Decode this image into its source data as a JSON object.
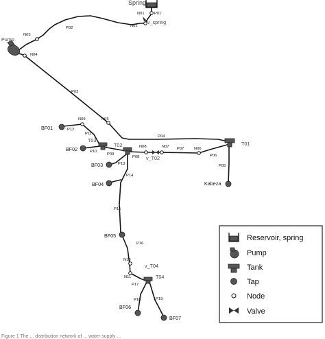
{
  "labels": {
    "spring": "Spring",
    "pump": "Pump",
    "v_spring": "v_spring",
    "v_t02": "v_T02",
    "v_t04": "v_T04",
    "t01": "T01",
    "t02": "T02",
    "t03": "T03",
    "t04": "T04",
    "bf01": "BF01",
    "bf02": "BF02",
    "bf03": "BF03",
    "bf04": "BF04",
    "bf05": "BF05",
    "bf06": "BF06",
    "bf07": "BF07",
    "kabeza": "Kabeza",
    "n01": "N01",
    "n02": "N02",
    "n03": "N03",
    "n04": "N04",
    "n05": "N05",
    "n06": "N06",
    "n07": "N07",
    "n08": "N08",
    "n09": "N09",
    "n10": "N10",
    "n11": "N11",
    "p01": "P01",
    "p02": "P02",
    "p03": "P03",
    "p04": "P04",
    "p05": "P05",
    "p06": "P06",
    "p07": "P07",
    "p08": "P08",
    "p09": "P09",
    "p10": "P10",
    "p11": "P11",
    "p12": "P12",
    "p13": "P13",
    "p14": "P14",
    "p15": "P15",
    "p16": "P16",
    "p17": "P17",
    "p18": "P18",
    "p19": "P19"
  },
  "legend": {
    "reservoir": "Reservoir, spring",
    "pump": "Pump",
    "tank": "Tank",
    "tap": "Tap",
    "node": "Node",
    "valve": "Valve"
  },
  "caption": "Figure 1 The ... distribution network of ... water supply ..."
}
